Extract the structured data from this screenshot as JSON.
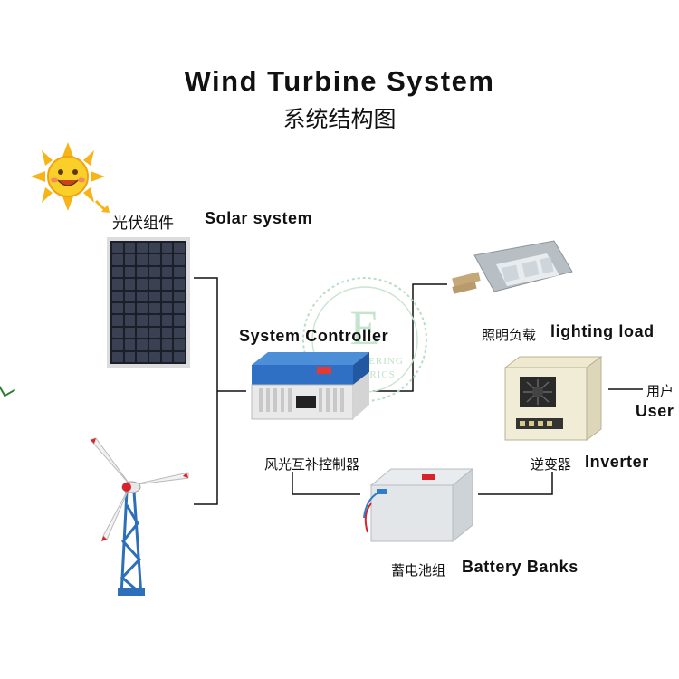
{
  "title": {
    "en": "Wind Turbine System",
    "cn": "系统结构图"
  },
  "components": {
    "solar": {
      "cn": "光伏组件",
      "en": "Solar system"
    },
    "controller": {
      "en": "System Controller",
      "cn": "风光互补控制器"
    },
    "lighting": {
      "cn": "照明负载",
      "en": "lighting load"
    },
    "user": {
      "cn": "用户",
      "en": "User"
    },
    "inverter": {
      "cn": "逆变器",
      "en": "Inverter"
    },
    "battery": {
      "cn": "蓄电池组",
      "en": "Battery Banks"
    }
  },
  "watermark": {
    "letters": "E",
    "sub": "ENGINEERING ELECTRICS"
  },
  "colors": {
    "controller_blue": "#2f6fc4",
    "connector_line": "#111111",
    "sun": "#f7b418",
    "turbine_tower": "#2d6fb8",
    "blade_tip": "#d8232a"
  }
}
